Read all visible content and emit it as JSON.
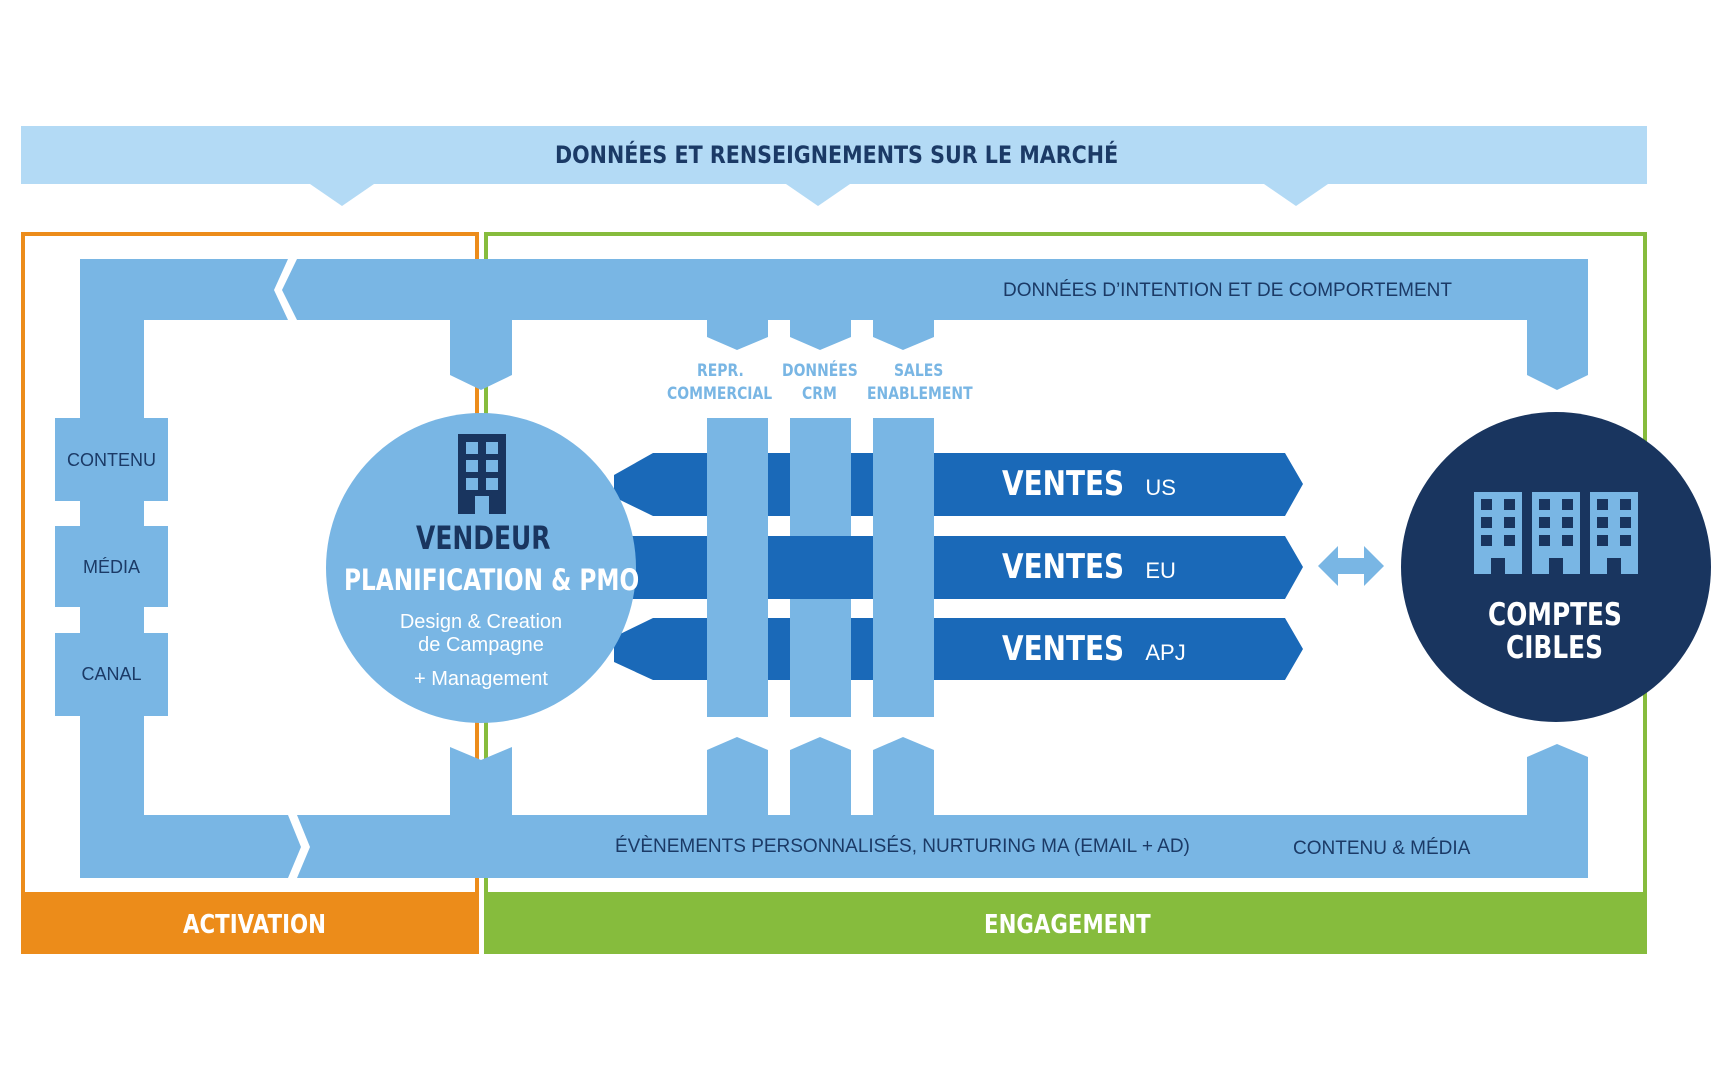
{
  "top_banner": {
    "label": "DONNÉES ET RENSEIGNEMENTS SUR LE MARCHÉ"
  },
  "intent_loop": {
    "label": "DONNÉES D’INTENTION ET DE COMPORTEMENT"
  },
  "bottom_loop": {
    "label": "ÉVÈNEMENTS PERSONNALISÉS, NURTURING MA (EMAIL + AD)",
    "label_right": "CONTENU & MÉDIA"
  },
  "left_column": {
    "items": [
      "CONTENU",
      "MÉDIA",
      "CANAL"
    ]
  },
  "enablement_columns": [
    {
      "line1": "REPR.",
      "line2": "COMMERCIAL"
    },
    {
      "line1": "DONNÉES",
      "line2": "CRM"
    },
    {
      "line1": "SALES",
      "line2": "ENABLEMENT"
    }
  ],
  "vendor": {
    "title": "VENDEUR",
    "subtitle": "PLANIFICATION & PMO",
    "line1": "Design & Creation",
    "line2": "de Campagne",
    "line3": "+ Management"
  },
  "sales_arrows": [
    {
      "main": "VENTES",
      "region": "US"
    },
    {
      "main": "VENTES",
      "region": "EU"
    },
    {
      "main": "VENTES",
      "region": "APJ"
    }
  ],
  "accounts": {
    "line1": "COMPTES",
    "line2": "CIBLES"
  },
  "footer": {
    "activation": "ACTIVATION",
    "engagement": "ENGAGEMENT"
  },
  "colors": {
    "light_blue": "#79b6e4",
    "banner_blue": "#b3daf5",
    "mid_blue": "#1a69b8",
    "navy": "#19355f",
    "orange": "#ec8c1a",
    "green": "#86bc3d",
    "title_text": "#1b3a66"
  },
  "icons": {
    "vendor": "building-icon",
    "accounts": "buildings-icon",
    "exchange": "double-arrow-icon"
  }
}
